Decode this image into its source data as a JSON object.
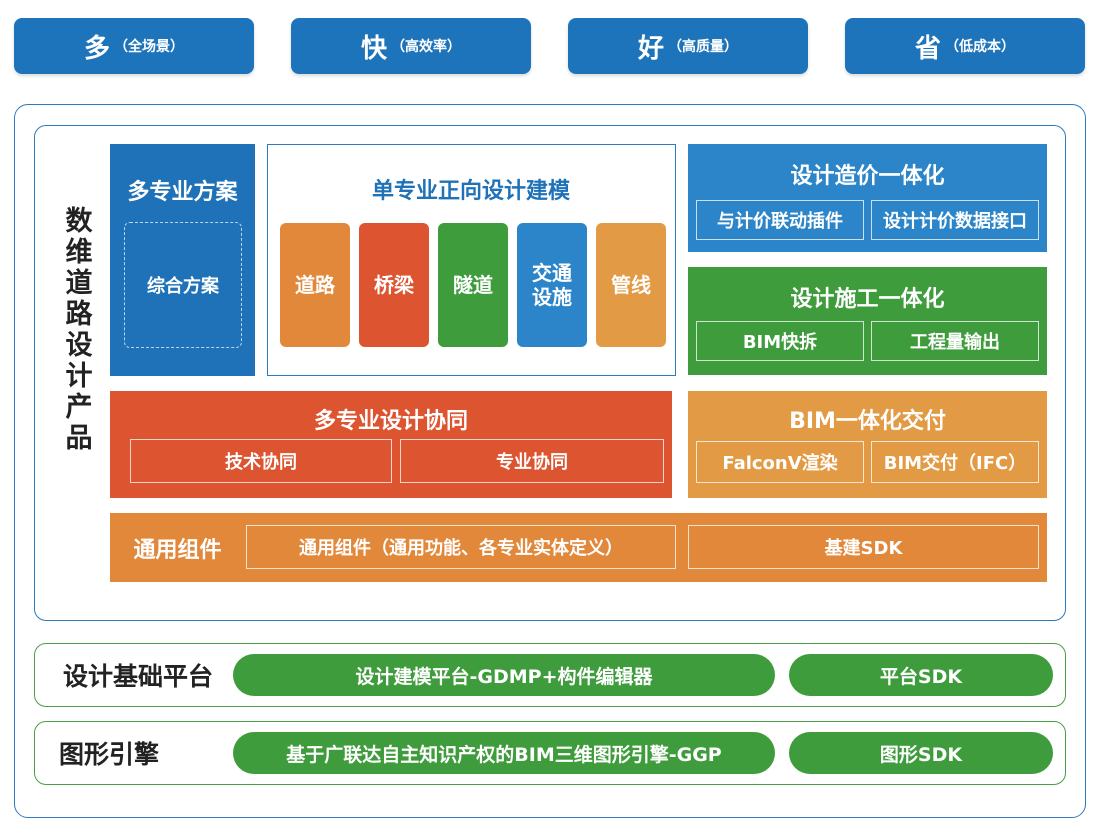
{
  "top_pills": [
    {
      "main": "多",
      "sub": "（全场景）"
    },
    {
      "main": "快",
      "sub": "（高效率）"
    },
    {
      "main": "好",
      "sub": "（高质量）"
    },
    {
      "main": "省",
      "sub": "（低成本）"
    }
  ],
  "product_label": "数维道路设计产品",
  "multi_scheme": {
    "title": "多专业方案",
    "inner": "综合方案"
  },
  "single_modeling": {
    "title": "单专业正向设计建模",
    "tiles": [
      "道路",
      "桥梁",
      "隧道",
      "交通设施",
      "管线"
    ]
  },
  "cost_integration": {
    "title": "设计造价一体化",
    "cells": [
      "与计价联动插件",
      "设计计价数据接口"
    ]
  },
  "construction_integration": {
    "title": "设计施工一体化",
    "cells": [
      "BIM快拆",
      "工程量输出"
    ]
  },
  "collaboration": {
    "title": "多专业设计协同",
    "cells": [
      "技术协同",
      "专业协同"
    ]
  },
  "bim_delivery": {
    "title": "BIM一体化交付",
    "cells": [
      "FalconV渲染",
      "BIM交付（IFC）"
    ]
  },
  "common": {
    "title": "通用组件",
    "cells": [
      "通用组件（通用功能、各专业实体定义）",
      "基建SDK"
    ]
  },
  "platform": {
    "label": "设计基础平台",
    "pills": [
      "设计建模平台-GDMP+构件编辑器",
      "平台SDK"
    ]
  },
  "graphics": {
    "label": "图形引擎",
    "pills": [
      "基于广联达自主知识产权的BIM三维图形引擎-GGP",
      "图形SDK"
    ]
  }
}
